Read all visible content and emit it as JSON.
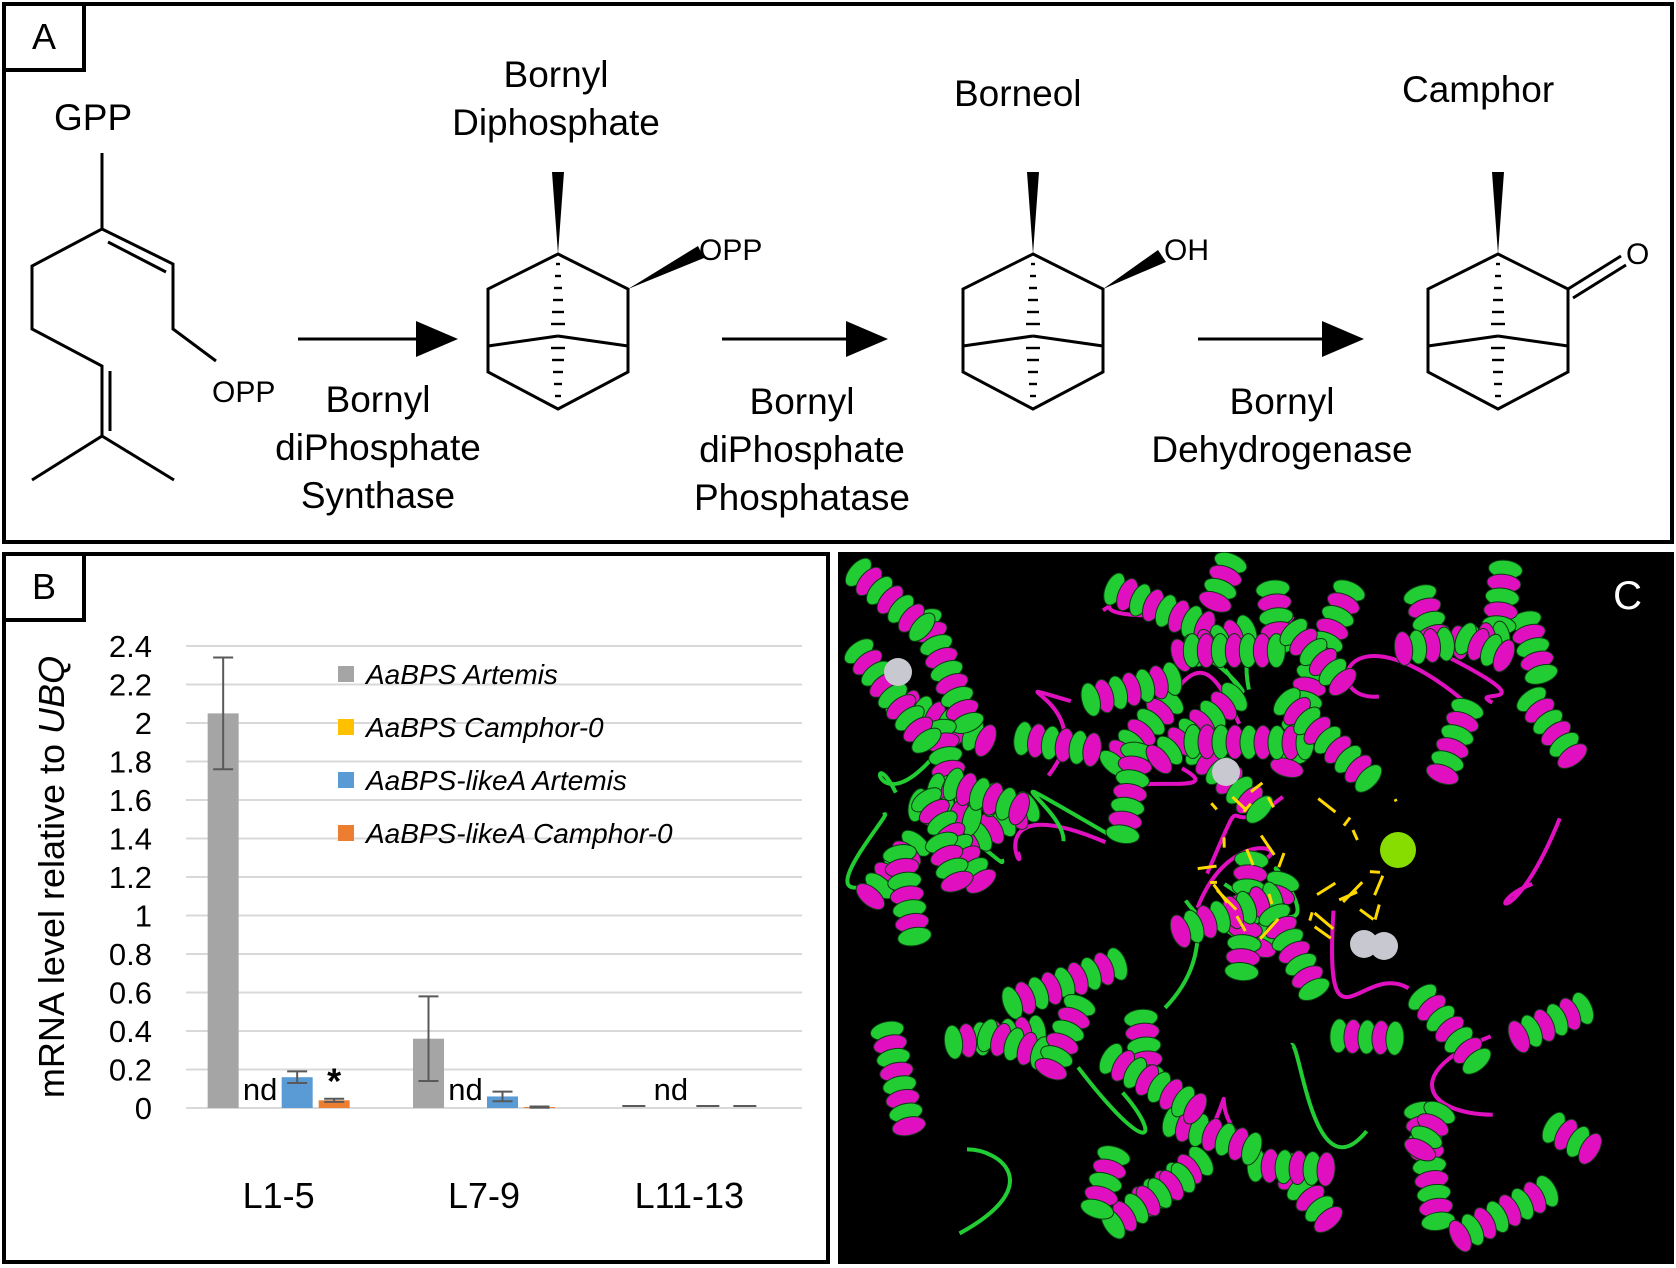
{
  "panel_a": {
    "letter": "A",
    "compounds": {
      "gpp": "GPP",
      "bornyl_diphosphate": [
        "Bornyl",
        "Diphosphate"
      ],
      "borneol": "Borneol",
      "camphor": "Camphor"
    },
    "groups": {
      "opp_chain": "OPP",
      "opp_ring": "OPP",
      "oh": "OH",
      "o": "O"
    },
    "enzymes": {
      "synthase": [
        "Bornyl",
        "diPhosphate",
        "Synthase"
      ],
      "phosphatase": [
        "Bornyl",
        "diPhosphate",
        "Phosphatase"
      ],
      "dehydrogenase": [
        "Bornyl",
        "Dehydrogenase"
      ]
    }
  },
  "panel_b": {
    "letter": "B",
    "chart_data": {
      "type": "bar",
      "categories": [
        "L1-5",
        "L7-9",
        "L11-13"
      ],
      "ylabel_prefix": "mRNA level relative to ",
      "ylabel_italic": "UBQ",
      "ylim": [
        0,
        2.4
      ],
      "yticks": [
        "0",
        "0.2",
        "0.4",
        "0.6",
        "0.8",
        "1",
        "1.2",
        "1.4",
        "1.6",
        "1.8",
        "2",
        "2.2",
        "2.4"
      ],
      "grid": true,
      "legend_position": "top-right",
      "series": [
        {
          "name": "AaBPS Artemis",
          "color": "#a5a5a5",
          "values": [
            2.05,
            0.36,
            0
          ],
          "errors": [
            0.29,
            0.22,
            0
          ]
        },
        {
          "name": "AaBPS Camphor-0",
          "color": "#ffc000",
          "values": [
            0,
            0,
            0
          ],
          "errors": [
            0,
            0,
            0
          ]
        },
        {
          "name": "AaBPS-likeA Artemis",
          "color": "#5b9bd5",
          "values": [
            0.16,
            0.06,
            0
          ],
          "errors": [
            0.03,
            0.025,
            0
          ]
        },
        {
          "name": "AaBPS-likeA Camphor-0",
          "color": "#ed7d31",
          "values": [
            0.04,
            0.005,
            0
          ],
          "errors": [
            0.008,
            0.003,
            0
          ]
        }
      ],
      "annotations": {
        "nd": "nd",
        "star": "*"
      }
    }
  },
  "panel_c": {
    "letter": "C",
    "colors": {
      "background": "#000000",
      "helix_a": "#22cc33",
      "helix_b": "#e010c0",
      "ligand": "#ffd800",
      "ion": "#c8c8d0",
      "ion_green": "#88dd00"
    }
  }
}
